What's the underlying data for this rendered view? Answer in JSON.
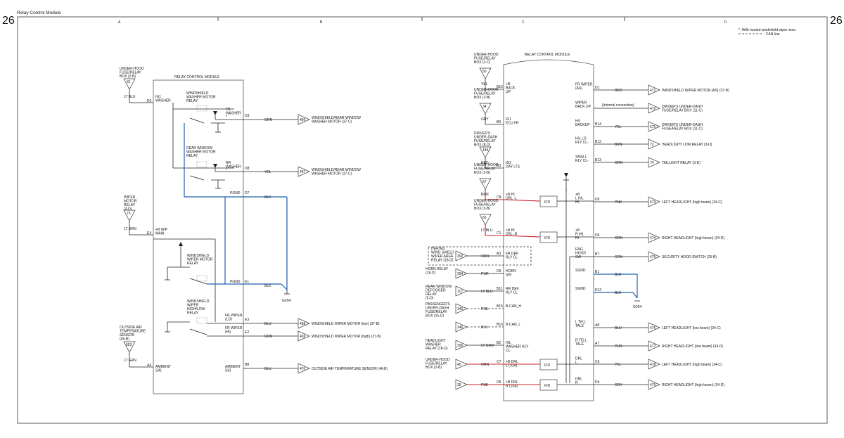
{
  "page": {
    "title": "Relay Control Module",
    "page_num": "26"
  },
  "columns": [
    "A",
    "B",
    "C",
    "D"
  ],
  "legend": {
    "heated": "*: With heated windshield wiper area",
    "can": ": CAN line"
  },
  "left": {
    "module_title": "RELAY CONTROL MODULE",
    "in31": {
      "label": [
        "UNDER-HOOD",
        "FUSE/RELAY",
        "BOX (2-B)"
      ],
      "num": "31",
      "color": "LT BLU",
      "pin": "D2",
      "pinname": [
        "IG1",
        "WASHER"
      ]
    },
    "washer_relay": [
      "WINDSHIELD",
      "WASHER MOTOR",
      "RELAY"
    ],
    "fr_washer": [
      "FR",
      "WASHER",
      "*"
    ],
    "d3": {
      "pin": "D3",
      "color": "GRN",
      "num": "466",
      "label": [
        "WINDSHIELD/REAR WINDOW",
        "WASHER MOTOR (37-C)"
      ]
    },
    "rear_relay": [
      "REAR WINDOW",
      "WASHER MOTOR",
      "RELAY"
    ],
    "rr_washer": [
      "RR",
      "WASHER",
      "*"
    ],
    "d8": {
      "pin": "D8",
      "color": "YEL",
      "num": "467",
      "label": [
        "WINDSHIELD/REAR WINDOW",
        "WASHER MOTOR (37-C)"
      ]
    },
    "d7": {
      "pinname": "PGND",
      "pin": "D7",
      "color": "BLK"
    },
    "in73": {
      "label": [
        "WIPER",
        "MOTOR",
        "RELAY",
        "(3-D)"
      ],
      "num": "73",
      "color": "LT GRN",
      "pin": "E4",
      "pinname": [
        "+B WIP",
        "MAIN"
      ]
    },
    "wiper_relay": [
      "WINDSHIELD",
      "WIPER MOTOR",
      "RELAY"
    ],
    "e1": {
      "pinname": "PGND",
      "pin": "E1",
      "color": "BLK"
    },
    "ground": "G204",
    "hilo_relay": [
      "WINDSHIELD",
      "WIPER",
      "HIGH/LOW",
      "RELAY"
    ],
    "e3": {
      "pinname": [
        "FR WIPER",
        "(LO)"
      ],
      "pin": "E3",
      "color": "BLU",
      "num": "468",
      "label": "WINDSHIELD WIPER MOTOR (low) (37-B)"
    },
    "e2": {
      "pinname": [
        "FR WIPER",
        "(HI)"
      ],
      "pin": "E2",
      "color": "GRN",
      "num": "469",
      "label": "WINDSHIELD WIPER MOTOR (high) (37-B)"
    },
    "in553": {
      "label": [
        "OUTSIDE AIR",
        "TEMPERATURE",
        "SENSOR",
        "(46-B)"
      ],
      "num": "553",
      "color": "LT GRN",
      "pin": "A4",
      "pinname": [
        "AMBIENT",
        "SIG"
      ]
    },
    "b8": {
      "pinname": [
        "AMBIENT",
        "SIG"
      ],
      "pin": "B8",
      "color": "BLU",
      "num": "470",
      "label": "OUTSIDE AIR TEMPERATURE SENSOR (46-B)"
    }
  },
  "right": {
    "module_title": "RELAY CONTROL MODULE",
    "ifd": "IFD",
    "ground": "G204",
    "left_inputs": [
      {
        "label": [
          "UNDER-HOOD",
          "FUSE/RELAY",
          "BOX (2-C)"
        ],
        "num": "50",
        "color": "YEL",
        "pin": "B10",
        "pinname": [
          "+B",
          "BACK",
          "UP"
        ]
      },
      {
        "label": [
          "UNDER-HOOD",
          "FUSE/RELAY",
          "BOX (2-B)"
        ],
        "num": "34",
        "color": "GRY",
        "pin": "B9",
        "pinname": [
          "IG1",
          "ECU FR"
        ]
      },
      {
        "label": [
          "DRIVER'S",
          "UNDER-DASH",
          "FUSE/RELAY",
          "BOX (8-D)"
        ],
        "num": "184",
        "color": "RED",
        "pin": "B3",
        "pinname": [
          "IG2",
          "DAY LTS"
        ]
      },
      {
        "label": [
          "UNDER-HOOD",
          "FUSE/RELAY",
          "BOX (3-B)"
        ],
        "num": "67",
        "color": "BRN",
        "pin": "C8",
        "pinname": [
          "+B HI",
          "DRL -L"
        ]
      },
      {
        "label": [
          "UNDER-HOOD",
          "FUSE/RELAY",
          "BOX (3-B)"
        ],
        "num": "65",
        "color": "LT BLU",
        "pin": "C1",
        "pinname": [
          "+B HI",
          "DRL -R"
        ]
      }
    ],
    "heated_relay": {
      "label": [
        "HEATED",
        "WIND SHIELD",
        "WIPER AREA",
        "RELAY (18-D)"
      ],
      "num": "392",
      "color": "ORN",
      "pin": "A3",
      "pinname": [
        "FR DEF",
        "RLY CL"
      ]
    },
    "rows_left": [
      {
        "label": [
          "HORN RELAY",
          "(18-D)"
        ],
        "num": "394",
        "color": "PUR",
        "pin": "D9",
        "pinname": [
          "HORN",
          "SW"
        ]
      },
      {
        "label": [
          "REAR WINDOW",
          "DEFOGGER",
          "RELAY",
          "(5-D)"
        ],
        "num": "117",
        "color": "LT BLU",
        "pin": "B11",
        "pinname": [
          "RR DEF",
          "RLY CL"
        ]
      },
      {
        "label": [
          "PASSENGER'S",
          "UNDER-DASH",
          "FUSE/RELAY",
          "BOX (15-D)"
        ],
        "num": "345",
        "color": "PNK",
        "pin": "B15",
        "pinname": [
          "B-CAN_H"
        ]
      },
      {
        "label": [],
        "num": "346",
        "color": "BLU",
        "pin": "B16",
        "pinname": [
          "B-CAN_L"
        ]
      },
      {
        "label": [
          "HEADLIGHT",
          "WASHER",
          "RELAY (18-D)"
        ],
        "num": "395",
        "color": "LT GRN",
        "pin": "B2",
        "pinname": [
          "H/L",
          "WASHER RLY",
          "CL-"
        ]
      },
      {
        "label": [
          "UNDER-HOOD",
          "FUSE/RELAY",
          "BOX (2-B)"
        ],
        "num": "40",
        "color": "ORN",
        "pin": "C7",
        "pinname": [
          "+B DRL",
          "L (10A)"
        ]
      },
      {
        "label": [],
        "num": "39",
        "color": "PNK",
        "pin": "D5",
        "pinname": [
          "+B DRL",
          "R (10A)"
        ]
      }
    ],
    "outputs": [
      {
        "pinname": [
          "FR WIPER",
          "(AS)"
        ],
        "pin": "D1",
        "color": "RED",
        "num": "471",
        "label": [
          "WINDSHIELD WIPER MOTOR (AS) (37-B)"
        ]
      },
      {
        "pinname": [
          "WIPER",
          "BACK UP"
        ],
        "pin": "",
        "color": "(Internal connection)",
        "num": "472",
        "label": [
          "DRIVER'S UNDER-DASH",
          "FUSE/RELAY BOX (11-C)"
        ]
      },
      {
        "pinname": [
          "H/L",
          "BACKUP"
        ],
        "pin": "B14",
        "color": "YEL",
        "num": "575",
        "label": [
          "DRIVER'S UNDER-DASH",
          "FUSE/RELAY BOX (11-C)"
        ]
      },
      {
        "pinname": [
          "H/L LO",
          "RLY CL-"
        ],
        "pin": "B12",
        "color": "BRN",
        "num": "72",
        "label": [
          "HEADLIGHT LOW RELAY (3-D)"
        ]
      },
      {
        "pinname": [
          "SMALL",
          "RLY CL-"
        ],
        "pin": "B13",
        "color": "ORN",
        "num": "74",
        "label": [
          "TAILLIGHT RELAY (3-D)"
        ]
      },
      {
        "pinname": [
          "+B",
          "L H/L",
          "HI"
        ],
        "pin": "D5",
        "color": "PNK",
        "num": "473",
        "label": [
          "LEFT HEADLIGHT (high beam) (34-C)"
        ]
      },
      {
        "pinname": [
          "+B",
          "R H/L",
          "HI"
        ],
        "pin": "D6",
        "color": "ORN",
        "num": "474",
        "label": [
          "RIGHT HEADLIGHT (high beam) (34-D)"
        ]
      },
      {
        "pinname": [
          "ENG",
          "HOOD",
          "SW"
        ],
        "pin": "B7",
        "color": "GRN",
        "num": "475",
        "label": [
          "SECURITY HOOD SWITCH (25-B)"
        ]
      },
      {
        "pinname": [
          "SGND"
        ],
        "pin": "B1",
        "color": "BLK",
        "num": "",
        "label": []
      },
      {
        "pinname": [
          "SGND"
        ],
        "pin": "D12",
        "color": "BLK",
        "num": "",
        "label": []
      },
      {
        "pinname": [
          "L TELL",
          "TALE"
        ],
        "pin": "A8",
        "color": "BLU",
        "num": "476",
        "label": [
          "LEFT HEADLIGHT (low beam) (34-C)"
        ]
      },
      {
        "pinname": [
          "R TELL",
          "TALE"
        ],
        "pin": "A7",
        "color": "PUR",
        "num": "477",
        "label": [
          "RIGHT HEADLIGHT (low beam) (34-D)"
        ]
      },
      {
        "pinname": [
          "DRL",
          "L"
        ],
        "pin": "C5",
        "color": "YEL",
        "num": "478",
        "label": [
          "LEFT HEADLIGHT (high beam) (34-C)"
        ]
      },
      {
        "pinname": [
          "DRL",
          "R"
        ],
        "pin": "D4",
        "color": "GRY",
        "num": "479",
        "label": [
          "RIGHT HEADLIGHT (high beam) (34-D)"
        ]
      }
    ]
  }
}
